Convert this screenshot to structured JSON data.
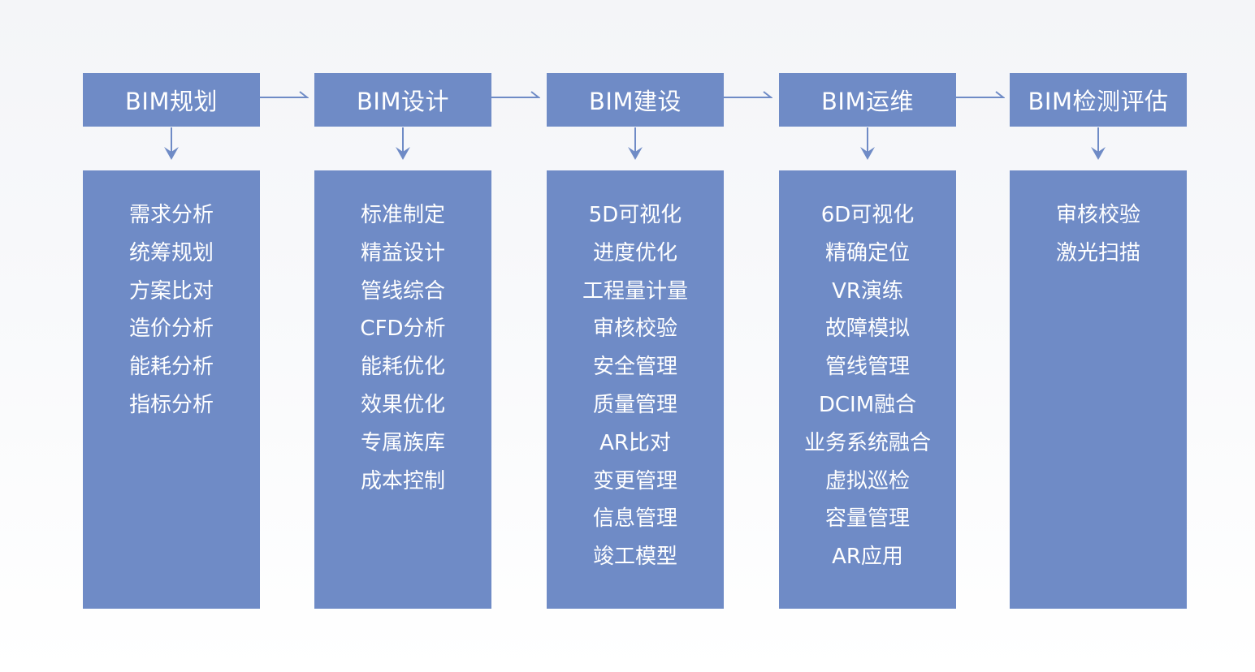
{
  "diagram": {
    "stages": [
      {
        "title": "BIM规划",
        "items": [
          "需求分析",
          "统筹规划",
          "方案比对",
          "造价分析",
          "能耗分析",
          "指标分析"
        ]
      },
      {
        "title": "BIM设计",
        "items": [
          "标准制定",
          "精益设计",
          "管线综合",
          "CFD分析",
          "能耗优化",
          "效果优化",
          "专属族库",
          "成本控制"
        ]
      },
      {
        "title": "BIM建设",
        "items": [
          "5D可视化",
          "进度优化",
          "工程量计量",
          "审核校验",
          "安全管理",
          "质量管理",
          "AR比对",
          "变更管理",
          "信息管理",
          "竣工模型"
        ]
      },
      {
        "title": "BIM运维",
        "items": [
          "6D可视化",
          "精确定位",
          "VR演练",
          "故障模拟",
          "管线管理",
          "DCIM融合",
          "业务系统融合",
          "虚拟巡检",
          "容量管理",
          "AR应用"
        ]
      },
      {
        "title": "BIM检测评估",
        "items": [
          "审核校验",
          "激光扫描"
        ]
      }
    ]
  },
  "colors": {
    "box": "#6f8bc6",
    "arrow": "#6f8bc6",
    "text": "#ffffff"
  }
}
